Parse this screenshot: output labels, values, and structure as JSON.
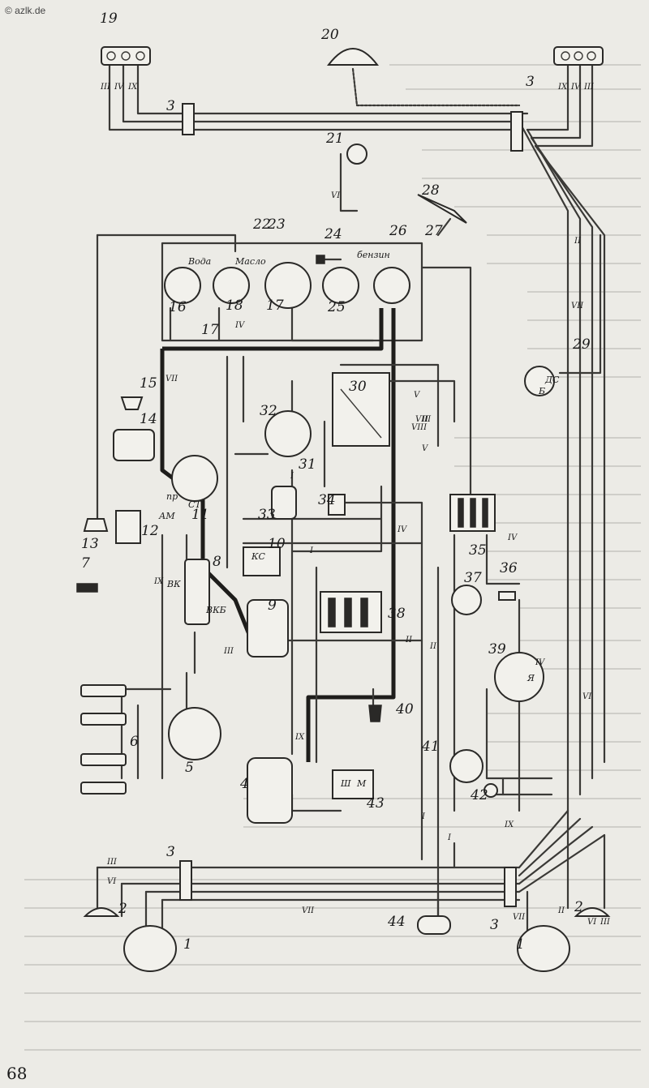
{
  "watermark": "© azlk.de",
  "page_number": "68",
  "callouts": [
    "19",
    "20",
    "3",
    "3",
    "21",
    "28",
    "22",
    "23",
    "24",
    "26",
    "27",
    "16",
    "17",
    "18",
    "17",
    "25",
    "29",
    "14",
    "15",
    "30",
    "32",
    "31",
    "33",
    "34",
    "35",
    "13",
    "12",
    "11",
    "7",
    "8",
    "10",
    "9",
    "37",
    "36",
    "38",
    "39",
    "40",
    "41",
    "42",
    "6",
    "5",
    "4",
    "43",
    "3",
    "3",
    "2",
    "1",
    "44",
    "1",
    "2"
  ],
  "device_text": {
    "voda": "Вода",
    "maslo": "Масло",
    "benzin": "бензин",
    "am": "АМ",
    "ds": "ДС",
    "b": "Б",
    "vk": "ВК",
    "vkb": "ВКБ",
    "pr": "пр",
    "st": "СТ",
    "ks": "КС",
    "sh": "Ш",
    "m": "М",
    "ya": "Я"
  },
  "wire_numerals": [
    "III",
    "IV",
    "IX",
    "IX",
    "IV",
    "III",
    "VI",
    "IV",
    "VIII",
    "VII",
    "II",
    "I",
    "V",
    "IV",
    "I",
    "IX",
    "IV",
    "II",
    "IX",
    "I",
    "I",
    "IX",
    "VIII",
    "V",
    "VII",
    "II",
    "III",
    "IV",
    "VI",
    "II",
    "VII",
    "VI",
    "III",
    "III",
    "VI",
    "VII",
    "II"
  ]
}
